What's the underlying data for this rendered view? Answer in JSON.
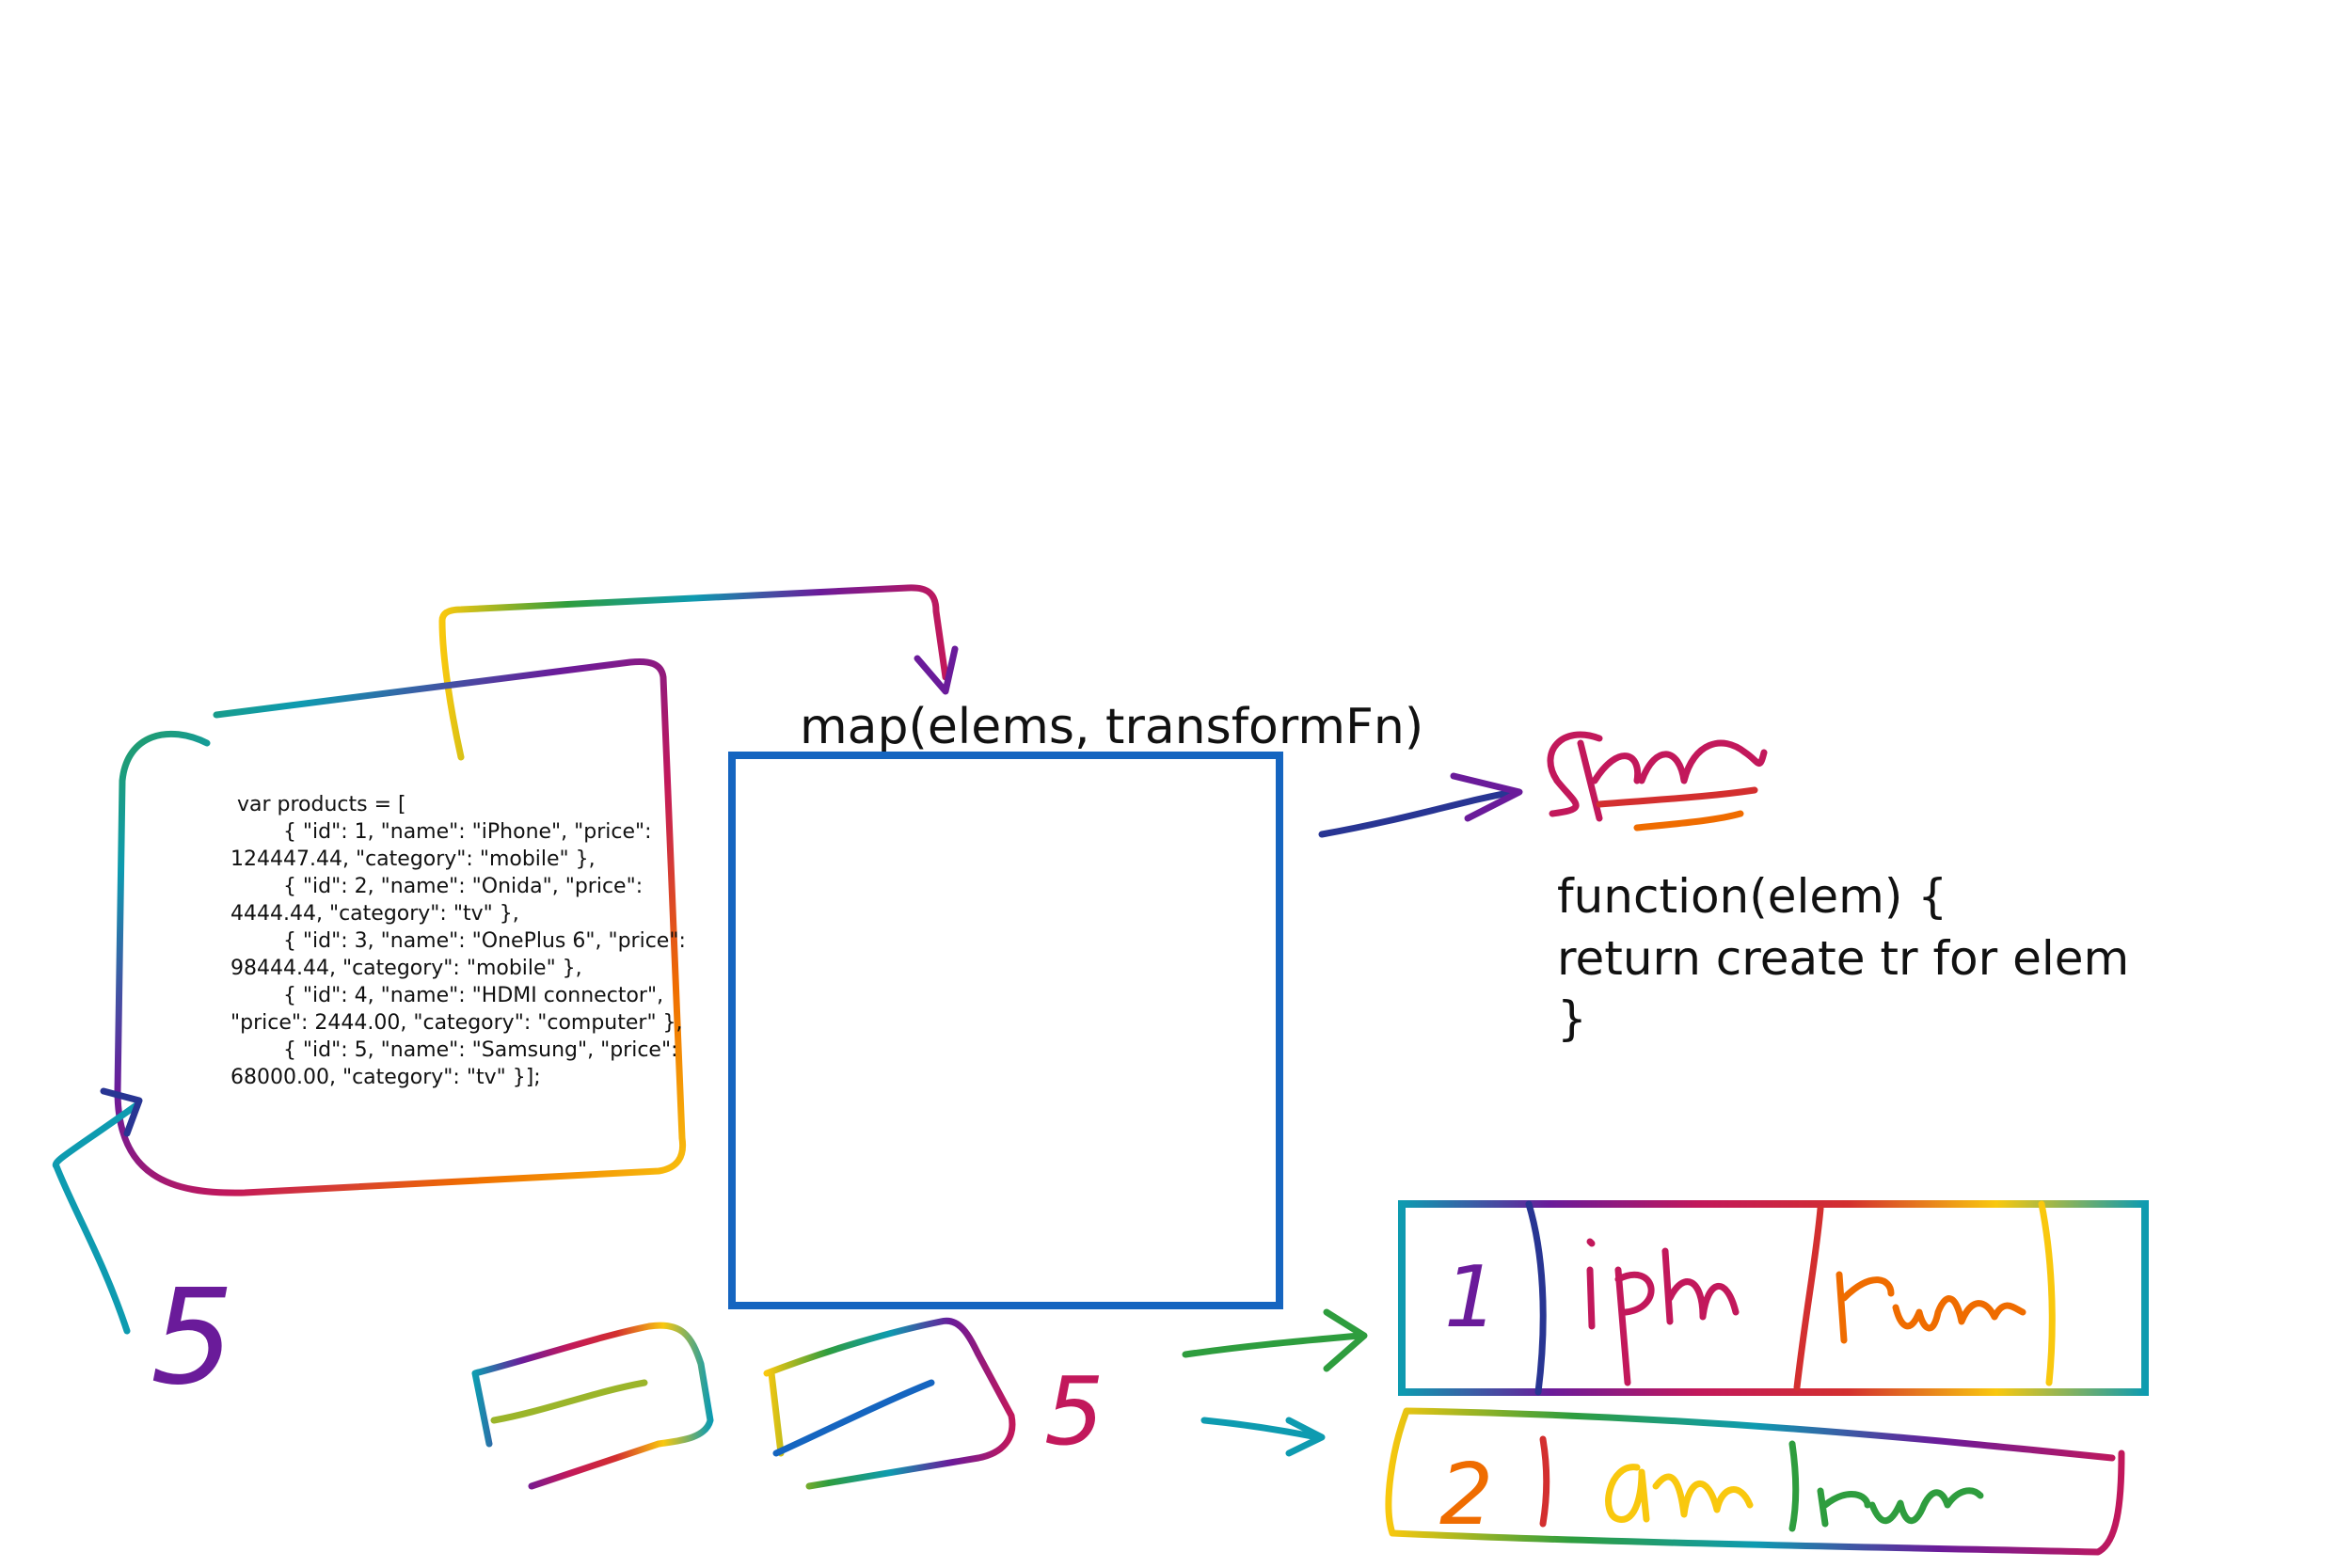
{
  "map_label": "map(elems, transformFn)",
  "code_lines": [
    " var products = [",
    "        { \"id\": 1, \"name\": \"iPhone\", \"price\":",
    "124447.44, \"category\": \"mobile\" },",
    "        { \"id\": 2, \"name\": \"Onida\", \"price\":",
    "4444.44, \"category\": \"tv\" },",
    "        { \"id\": 3, \"name\": \"OnePlus 6\", \"price\":",
    "98444.44, \"category\": \"mobile\" },",
    "        { \"id\": 4, \"name\": \"HDMI connector\",",
    "\"price\": 2444.00, \"category\": \"computer\" },",
    "        { \"id\": 5, \"name\": \"Samsung\", \"price\":",
    "68000.00, \"category\": \"tv\" }];"
  ],
  "transform_fn": {
    "line1": "function(elem) {",
    "line2": "return  create tr for elem",
    "line3": "}"
  },
  "handwritten": {
    "count_left": "5",
    "count_bottom": "5",
    "row1_id": "1",
    "row2_id": "2"
  },
  "colors": {
    "box_blue": "#1565c0",
    "ink": "#111111",
    "purple": "#6a1b9a",
    "magenta": "#c2185b",
    "red": "#d32f2f",
    "orange": "#ef6c00",
    "yellow": "#f9c80e",
    "green": "#2e9d3e",
    "teal": "#0e9bb0",
    "navy": "#283593"
  }
}
